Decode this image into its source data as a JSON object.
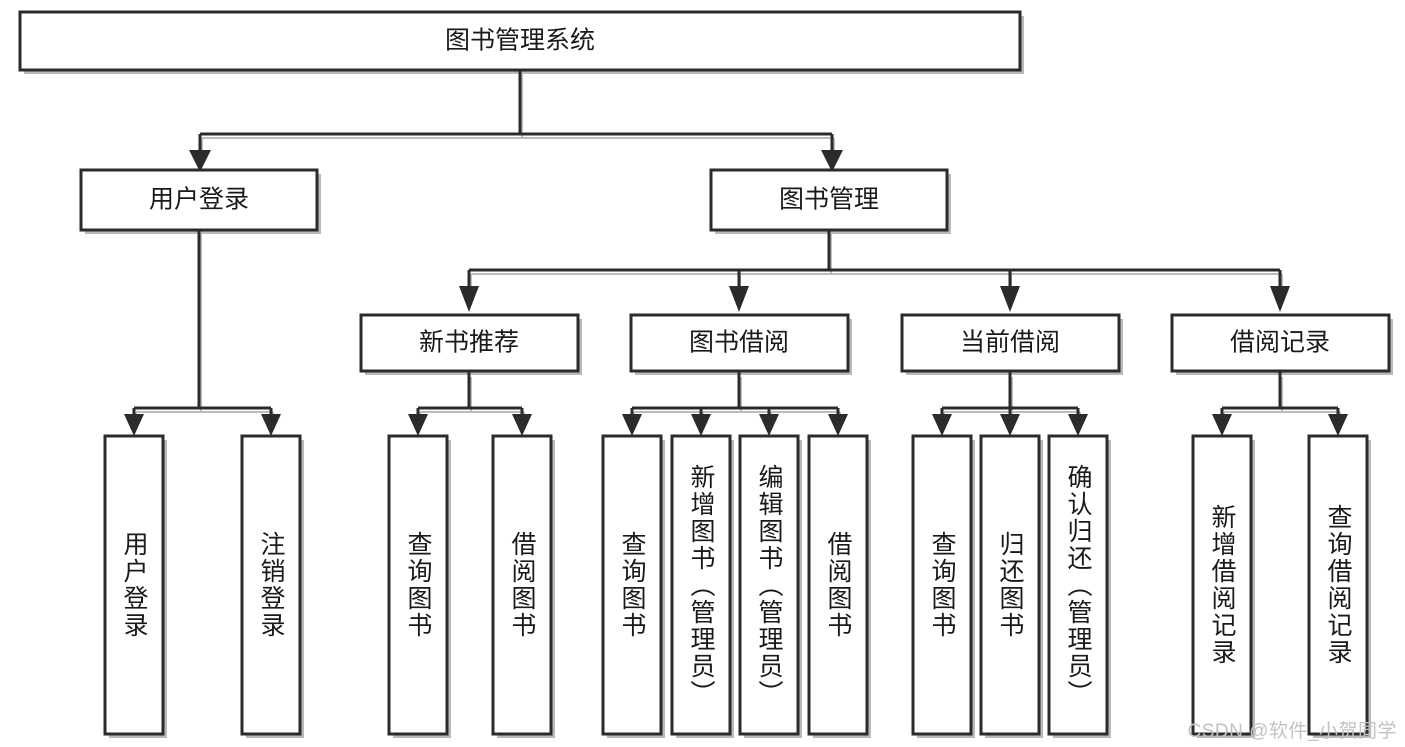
{
  "diagram": {
    "title": "图书管理系统",
    "watermark": "CSDN @软件_小贺同学",
    "stroke_color": "#2b2b2b",
    "fill_color": "#ffffff",
    "text_color": "#1a1a1a",
    "watermark_color": "#c2c2c2",
    "root": {
      "label": "图书管理系统"
    },
    "level2": [
      {
        "label": "用户登录"
      },
      {
        "label": "图书管理"
      }
    ],
    "level3": [
      {
        "label": "新书推荐"
      },
      {
        "label": "图书借阅"
      },
      {
        "label": "当前借阅"
      },
      {
        "label": "借阅记录"
      }
    ],
    "leaves": {
      "user_login": [
        {
          "label": "用户登录"
        },
        {
          "label": "注销登录"
        }
      ],
      "new_book_recommend": [
        {
          "label": "查询图书"
        },
        {
          "label": "借阅图书"
        }
      ],
      "book_borrow": [
        {
          "label": "查询图书"
        },
        {
          "label": "新增图书（管理员）"
        },
        {
          "label": "编辑图书（管理员）"
        },
        {
          "label": "借阅图书"
        }
      ],
      "current_borrow": [
        {
          "label": "查询图书"
        },
        {
          "label": "归还图书"
        },
        {
          "label": "确认归还（管理员）"
        }
      ],
      "borrow_record": [
        {
          "label": "新增借阅记录"
        },
        {
          "label": "查询借阅记录"
        }
      ]
    }
  }
}
